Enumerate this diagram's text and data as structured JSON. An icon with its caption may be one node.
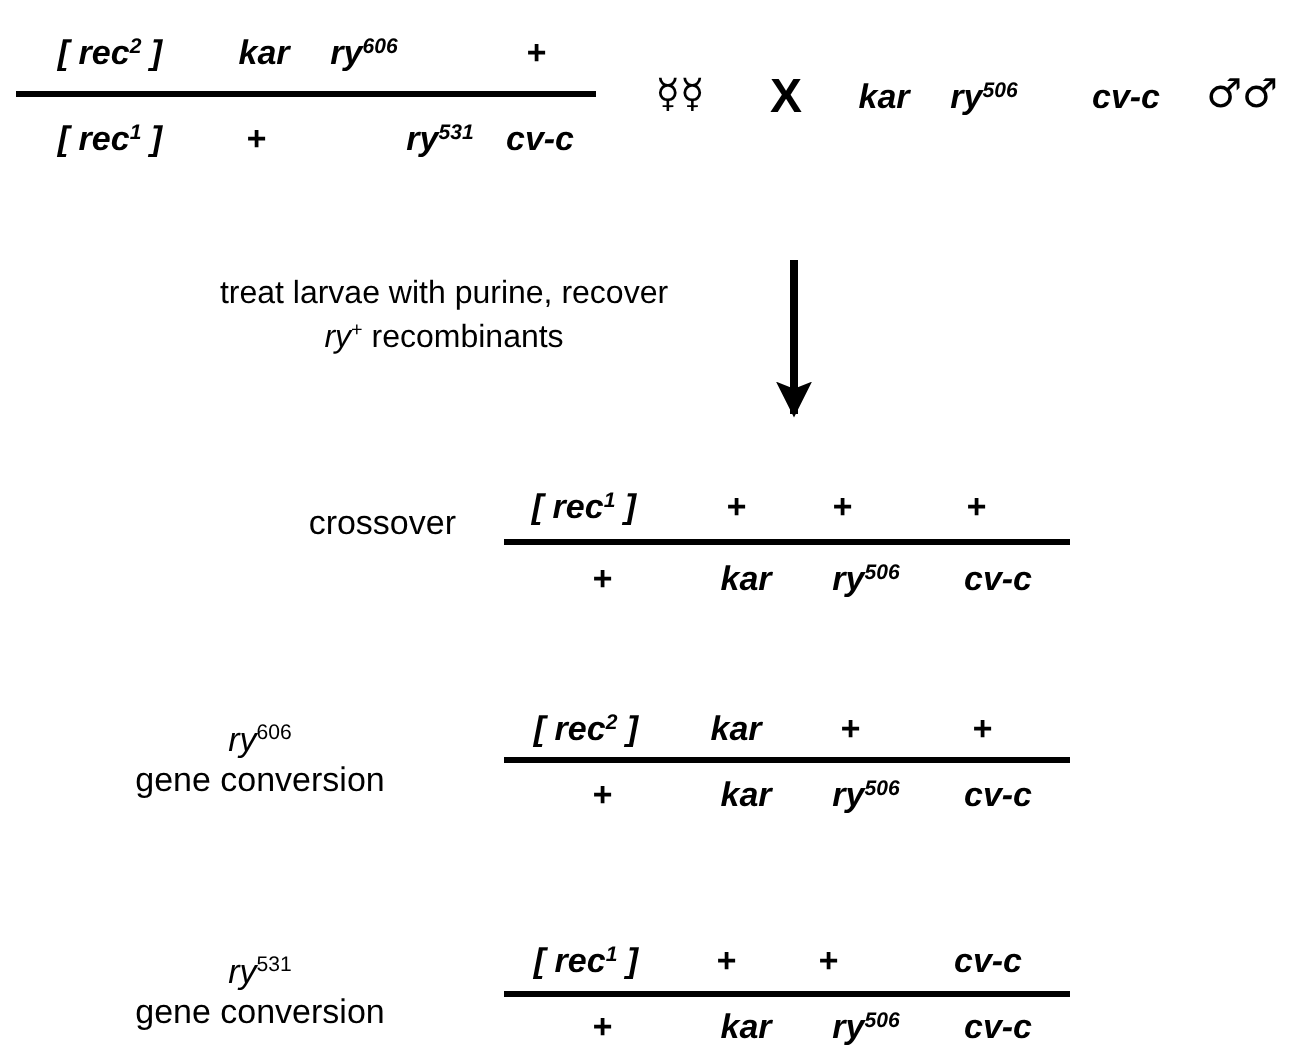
{
  "diagram": {
    "nodes": [
      {
        "text": [
          "[ rec$^{2}$ ]",
          "kar",
          "ry$^{606}$",
          "+",
          "[ rec$^{1}$ ]",
          "+",
          "ry$^{531}$",
          "cv-c",
          "☿☿",
          "X",
          "kar",
          "ry$^{506}$",
          "cv-c",
          "♂♂"
        ]
      },
      {
        "text": [
          "crossover",
          "[ rec$^{1}$ ]",
          "+",
          "+",
          "+",
          "+",
          "kar",
          "ry$^{506}$",
          "cv-c"
        ]
      },
      {
        "text": [
          "*ry*$^{606}$ gene conversion",
          "[ rec$^{2}$ ]",
          "kar",
          "+",
          "+",
          "+",
          "kar",
          "ry$^{506}$",
          "cv-c"
        ]
      },
      {
        "text": [
          "*ry*$^{531}$ gene conversion",
          "[ rec$^{1}$ ]",
          "+",
          "+",
          "cv-c",
          "+",
          "kar",
          "ry$^{506}$",
          "cv-c"
        ]
      }
    ],
    "edges": [
      {
        "from": null,
        "to": 1,
        "arrow": "to",
        "label": "treat larvae with purine, recover *ry*$^{+}$ recombinants"
      }
    ]
  }
}
